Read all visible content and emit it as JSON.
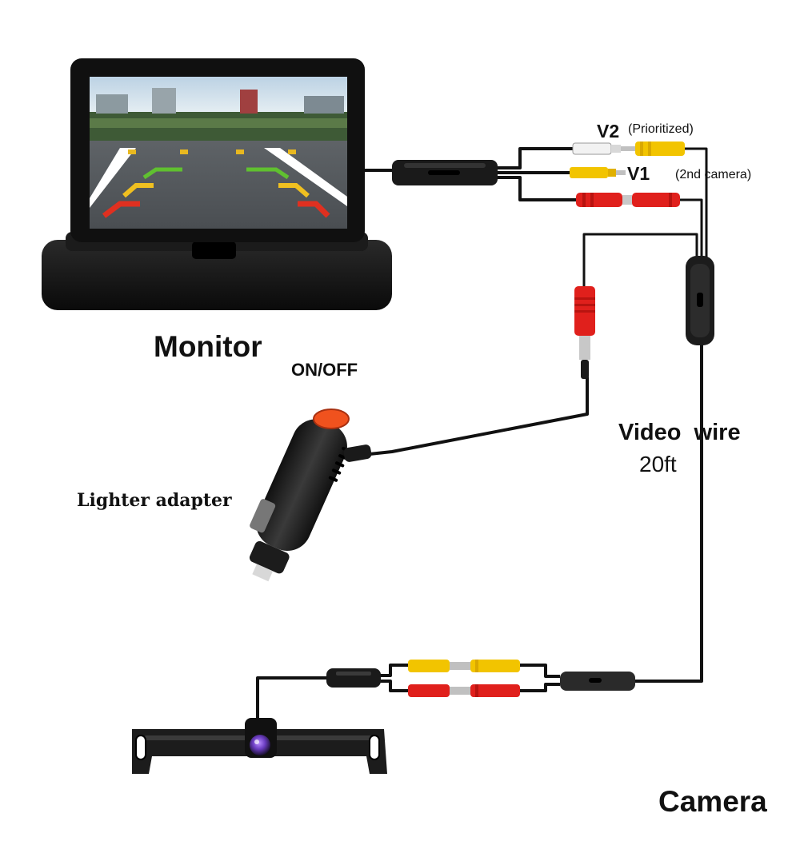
{
  "labels": {
    "monitor": "Monitor",
    "on_off": "ON/OFF",
    "lighter_adapter": "Lighter adapter",
    "video_wire": "Video  wire",
    "video_length": "20ft",
    "camera": "Camera",
    "v2": "V2",
    "v2_note": "(Prioritized)",
    "v1": "V1",
    "second_camera": "(2nd camera)"
  },
  "colors": {
    "rca_white": "#f2f2f2",
    "rca_yellow": "#f2c400",
    "rca_red": "#e0201c",
    "switch_orange": "#f0521e",
    "cable": "#111111",
    "lens_purple": "#6a3cc0"
  }
}
